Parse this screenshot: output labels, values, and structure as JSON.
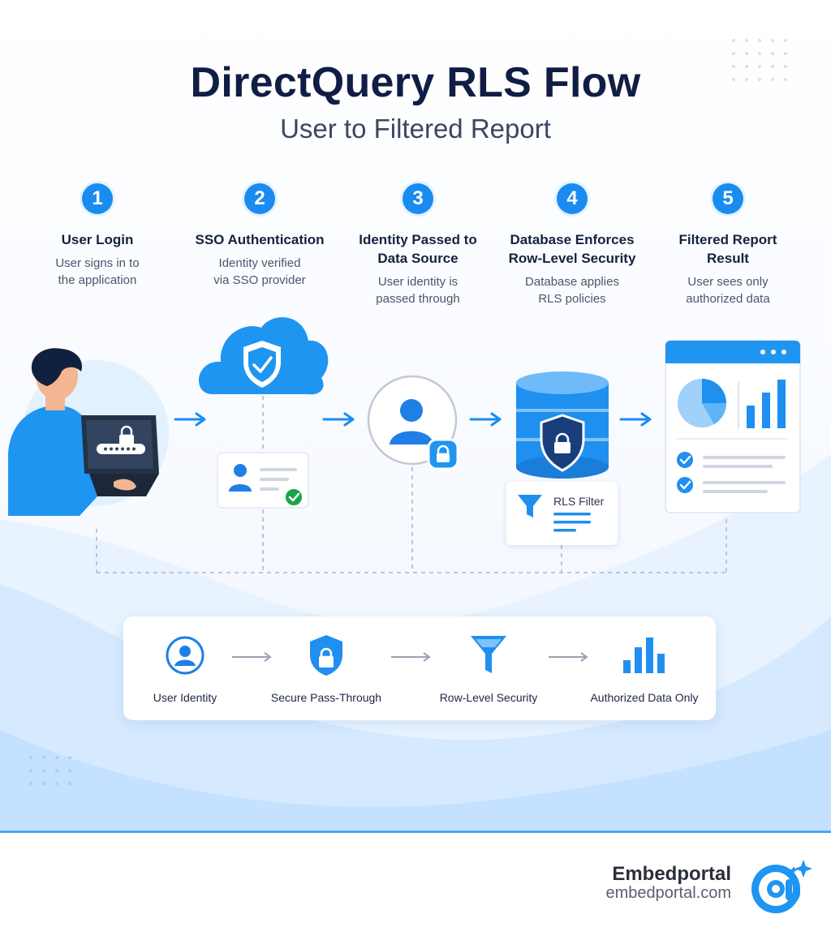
{
  "title": "DirectQuery RLS Flow",
  "subtitle": "User to Filtered Report",
  "steps": [
    {
      "number": "1",
      "title": "User Login",
      "description": "User signs in to the application"
    },
    {
      "number": "2",
      "title": "SSO Authentication",
      "description": "Identity verified via SSO provider"
    },
    {
      "number": "3",
      "title": "Identity Passed to Data Source",
      "description": "User identity is passed through"
    },
    {
      "number": "4",
      "title": "Database Enforces Row-Level Security",
      "description": "Database applies RLS policies"
    },
    {
      "number": "5",
      "title": "Filtered Report Result",
      "description": "User sees only authorized data"
    }
  ],
  "rls_filter_label": "RLS Filter",
  "summary": [
    {
      "label": "User Identity",
      "icon": "user-circle-icon"
    },
    {
      "label": "Secure Pass-Through",
      "icon": "shield-lock-icon"
    },
    {
      "label": "Row-Level Security",
      "icon": "funnel-icon"
    },
    {
      "label": "Authorized Data Only",
      "icon": "bar-chart-icon"
    }
  ],
  "brand": {
    "name": "Embedportal",
    "url": "embedportal.com"
  },
  "colors": {
    "accent": "#1a8cf0",
    "dark": "#101d45",
    "light_bg": "#e6f2ff",
    "success": "#1aa34a"
  }
}
